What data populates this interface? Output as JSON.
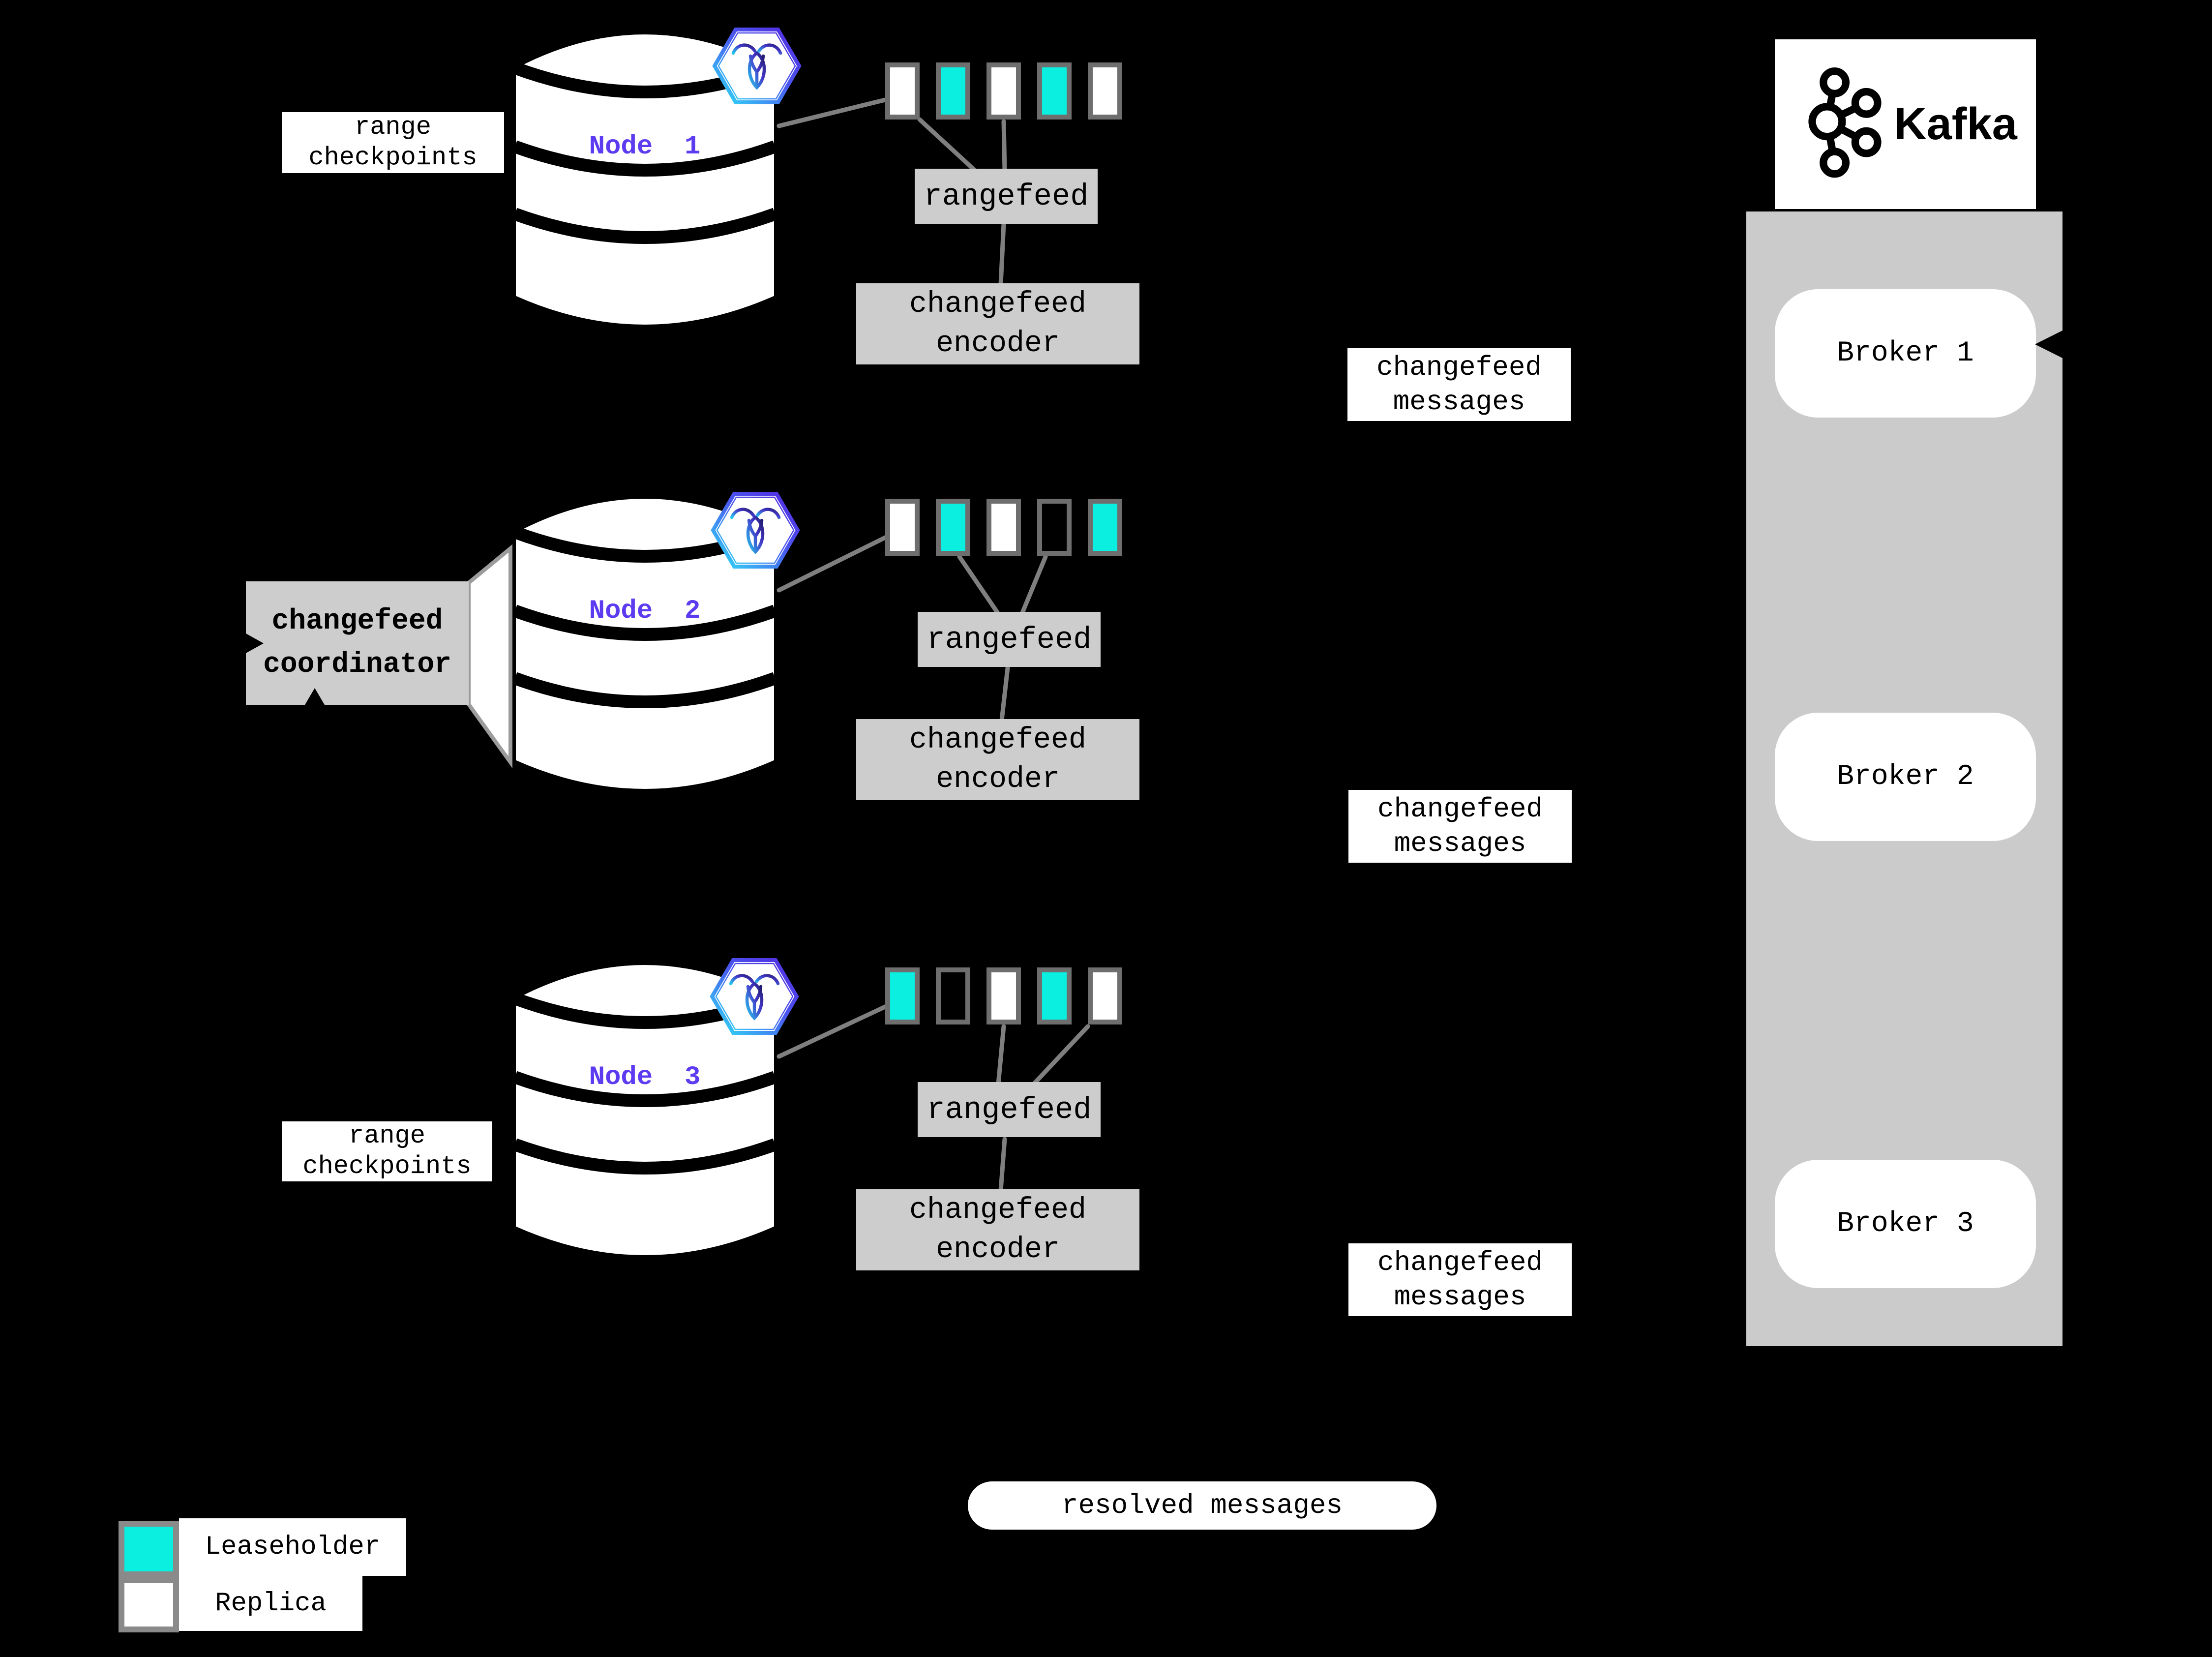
{
  "colors": {
    "background": "#000000",
    "leaseholder": "#0AEFDF",
    "replica": "#FFFFFF",
    "accent_purple": "#5C3BF0",
    "box_gray": "#CDCDCD",
    "panel_gray": "#CBCBCB",
    "line_gray": "#7F7F7F"
  },
  "nodes": [
    {
      "label": "Node  1",
      "ranges": [
        "replica",
        "leaseholder",
        "replica",
        "leaseholder",
        "replica"
      ]
    },
    {
      "label": "Node  2",
      "ranges": [
        "replica",
        "leaseholder",
        "replica",
        "empty",
        "leaseholder"
      ]
    },
    {
      "label": "Node  3",
      "ranges": [
        "leaseholder",
        "empty",
        "replica",
        "leaseholder",
        "replica"
      ]
    }
  ],
  "pipeline": {
    "rangefeed_label": "rangefeed",
    "encoder_line1": "changefeed",
    "encoder_line2": "encoder"
  },
  "annotations": {
    "range_checkpoints_line1": "range",
    "range_checkpoints_line2": "checkpoints",
    "coordinator_line1": "changefeed",
    "coordinator_line2": "coordinator",
    "messages_line1": "changefeed",
    "messages_line2": "messages",
    "resolved_messages": "resolved messages"
  },
  "kafka": {
    "title": "Kafka",
    "brokers": [
      "Broker 1",
      "Broker 2",
      "Broker 3"
    ]
  },
  "legend": {
    "leaseholder_label": "Leaseholder",
    "replica_label": "Replica"
  }
}
